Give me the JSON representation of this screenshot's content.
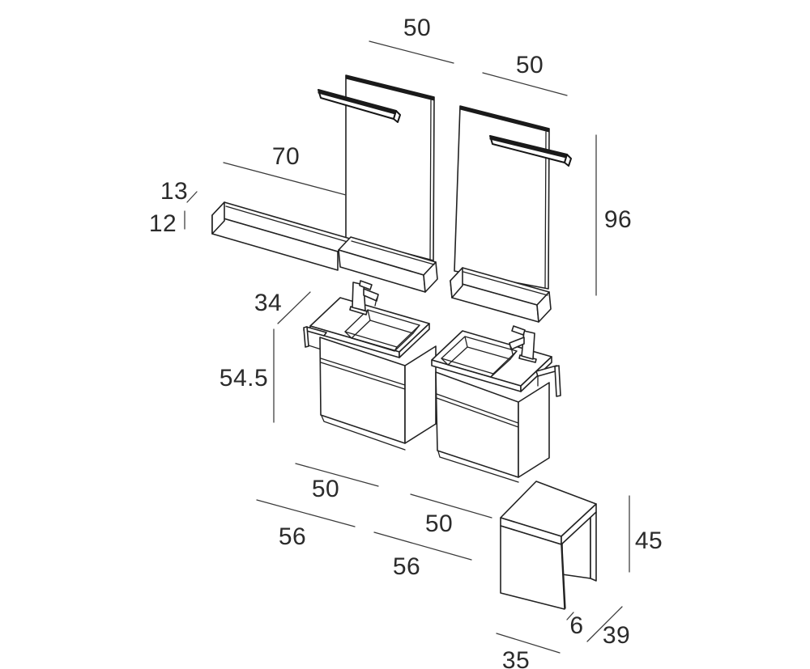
{
  "drawing": {
    "stroke_color": "#222222",
    "label_color": "#2b2b2b",
    "background": "#ffffff"
  },
  "labels": {
    "mirror_left_width": "50",
    "mirror_right_width": "50",
    "wall_shelf_length": "70",
    "wall_shelf_depth": "13",
    "wall_shelf_height": "12",
    "mirror_height": "96",
    "washbasin_depth": "34",
    "cabinet_height": "54.5",
    "cabinet_left_width": "50",
    "washbasin_left_width": "56",
    "cabinet_right_width": "50",
    "washbasin_right_width": "56",
    "stool_height": "45",
    "stool_thickness": "6",
    "stool_depth": "39",
    "stool_width": "35"
  }
}
